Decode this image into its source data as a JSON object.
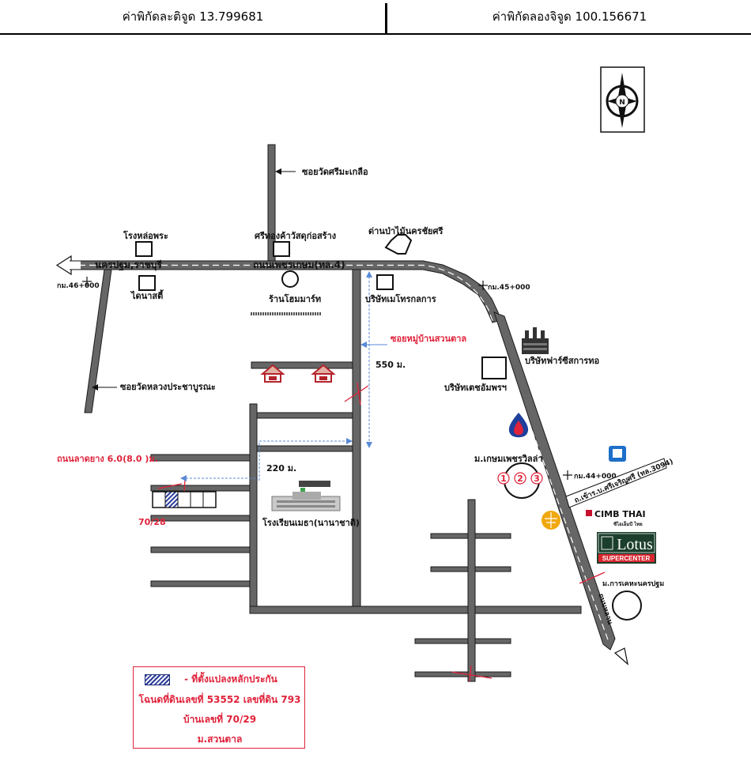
{
  "header": {
    "latitude_label": "ค่าพิกัดละติจูด 13.799681",
    "longitude_label": "ค่าพิกัดลองจิจูด 100.156671"
  },
  "compass": {
    "letter": "N"
  },
  "roads": {
    "main_road": "ถนนเพชรเกษม(ทล.4)",
    "direction_left": "นครปฐม,ราชบุรี",
    "soi_top": "ซอยวัดศรีมะเกลือ",
    "soi_left": "ซอยวัดหลวงประชาบูรณะ",
    "soi_village": "ซอยหมู่บ้านสวนตาล",
    "road_lat_yang": "ถนนลาดยาง 6.0(8.0 )ม.",
    "road_right_branch": "ถ.เข้าร.บ.ศรีเจริญศรี (ทล.3094)",
    "road_right_bottom": "ถนนหลาน"
  },
  "km_markers": {
    "km46": "กม.46+000",
    "km45": "กม.45+000",
    "km44": "กม.44+000"
  },
  "places": {
    "p1": "โรงหล่อพระ",
    "p2": "ไดนาสตี้",
    "p3": "ศรีทองค้าวัสดุก่อสร้าง",
    "p4": "ร้านโฮมมาร์ท",
    "p5": "ด่านป่าไม้นครชัยศรี",
    "p6": "บริษัทเมโทรกลการ",
    "p7": "บริษัทฟาร์ซีสการทอ",
    "p8": "บริษัทเตชอัมพรฯ",
    "p9": "ม.เกษมเพชรวิลล่า",
    "p10": "โรงเรียนเมธา(นานาชาติ)",
    "p11": "ม.การเคหะนครปฐม"
  },
  "circle_numbers": [
    "1",
    "2",
    "3"
  ],
  "distances": {
    "d1": "550 ม.",
    "d2": "220 ม."
  },
  "house_number_label": "70/28",
  "bank": {
    "name": "CIMB THAI",
    "sub": "ซีไอเอ็มบี ไทย"
  },
  "lotus": {
    "name": "Lotus",
    "sub": "SUPERCENTER"
  },
  "legend": {
    "marker_text": "- ที่ตั้งแปลงหลักประกัน",
    "title_deed": "โฉนดที่ดินเลขที่ 53552 เลขที่ดิน 793",
    "house_no": "บ้านเลขที่ 70/29",
    "village": "ม.สวนตาล"
  },
  "colors": {
    "road_fill": "#666666",
    "road_outline": "#1a1a1a",
    "red_text": "#e0223a",
    "guide_blue": "#5a8ad8"
  }
}
